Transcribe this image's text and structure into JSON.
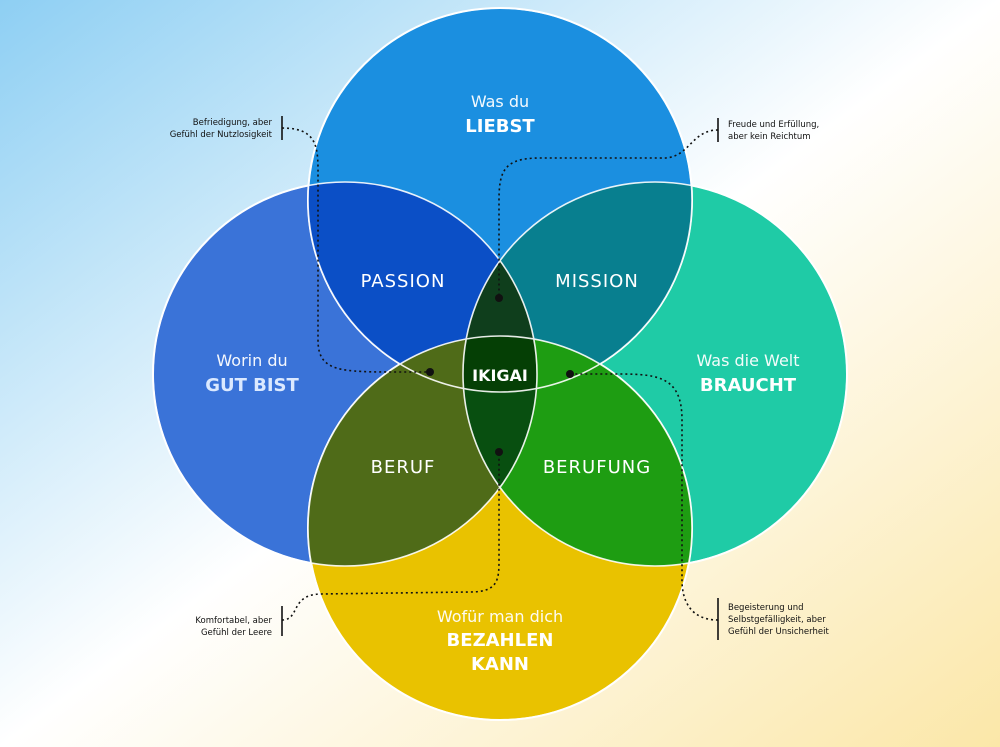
{
  "colors": {
    "background_left": "#8ecff3",
    "background_right": "#fbe7a8",
    "circle_top": "#1b8fe0",
    "circle_left": "#3a73d8",
    "circle_right": "#1fcba6",
    "circle_bottom": "#e9c200",
    "passion": "#0b4fc6",
    "mission": "#087f8f",
    "beruf": "#4f6b18",
    "berufung": "#1e9d12",
    "ikigai": "#053f05"
  },
  "circles": {
    "top": {
      "small": "Was du",
      "big": "LIEBST"
    },
    "left": {
      "small": "Worin du",
      "big": "GUT BIST"
    },
    "right": {
      "small": "Was die Welt",
      "big": "BRAUCHT"
    },
    "bottom": {
      "small": "Wofür man dich",
      "big1": "BEZAHLEN",
      "big2": "KANN"
    }
  },
  "regions": {
    "passion": "PASSION",
    "mission": "MISSION",
    "beruf": "BERUF",
    "berufung": "BERUFUNG",
    "center": "IKIGAI"
  },
  "notes": {
    "top_left": [
      "Befriedigung, aber",
      "Gefühl der Nutzlosigkeit"
    ],
    "top_right": [
      "Freude und Erfüllung,",
      "aber kein Reichtum"
    ],
    "bottom_left": [
      "Komfortabel, aber",
      "Gefühl der Leere"
    ],
    "bottom_right": [
      "Begeisterung und",
      "Selbstgefälligkeit, aber",
      "Gefühl der Unsicherheit"
    ]
  }
}
